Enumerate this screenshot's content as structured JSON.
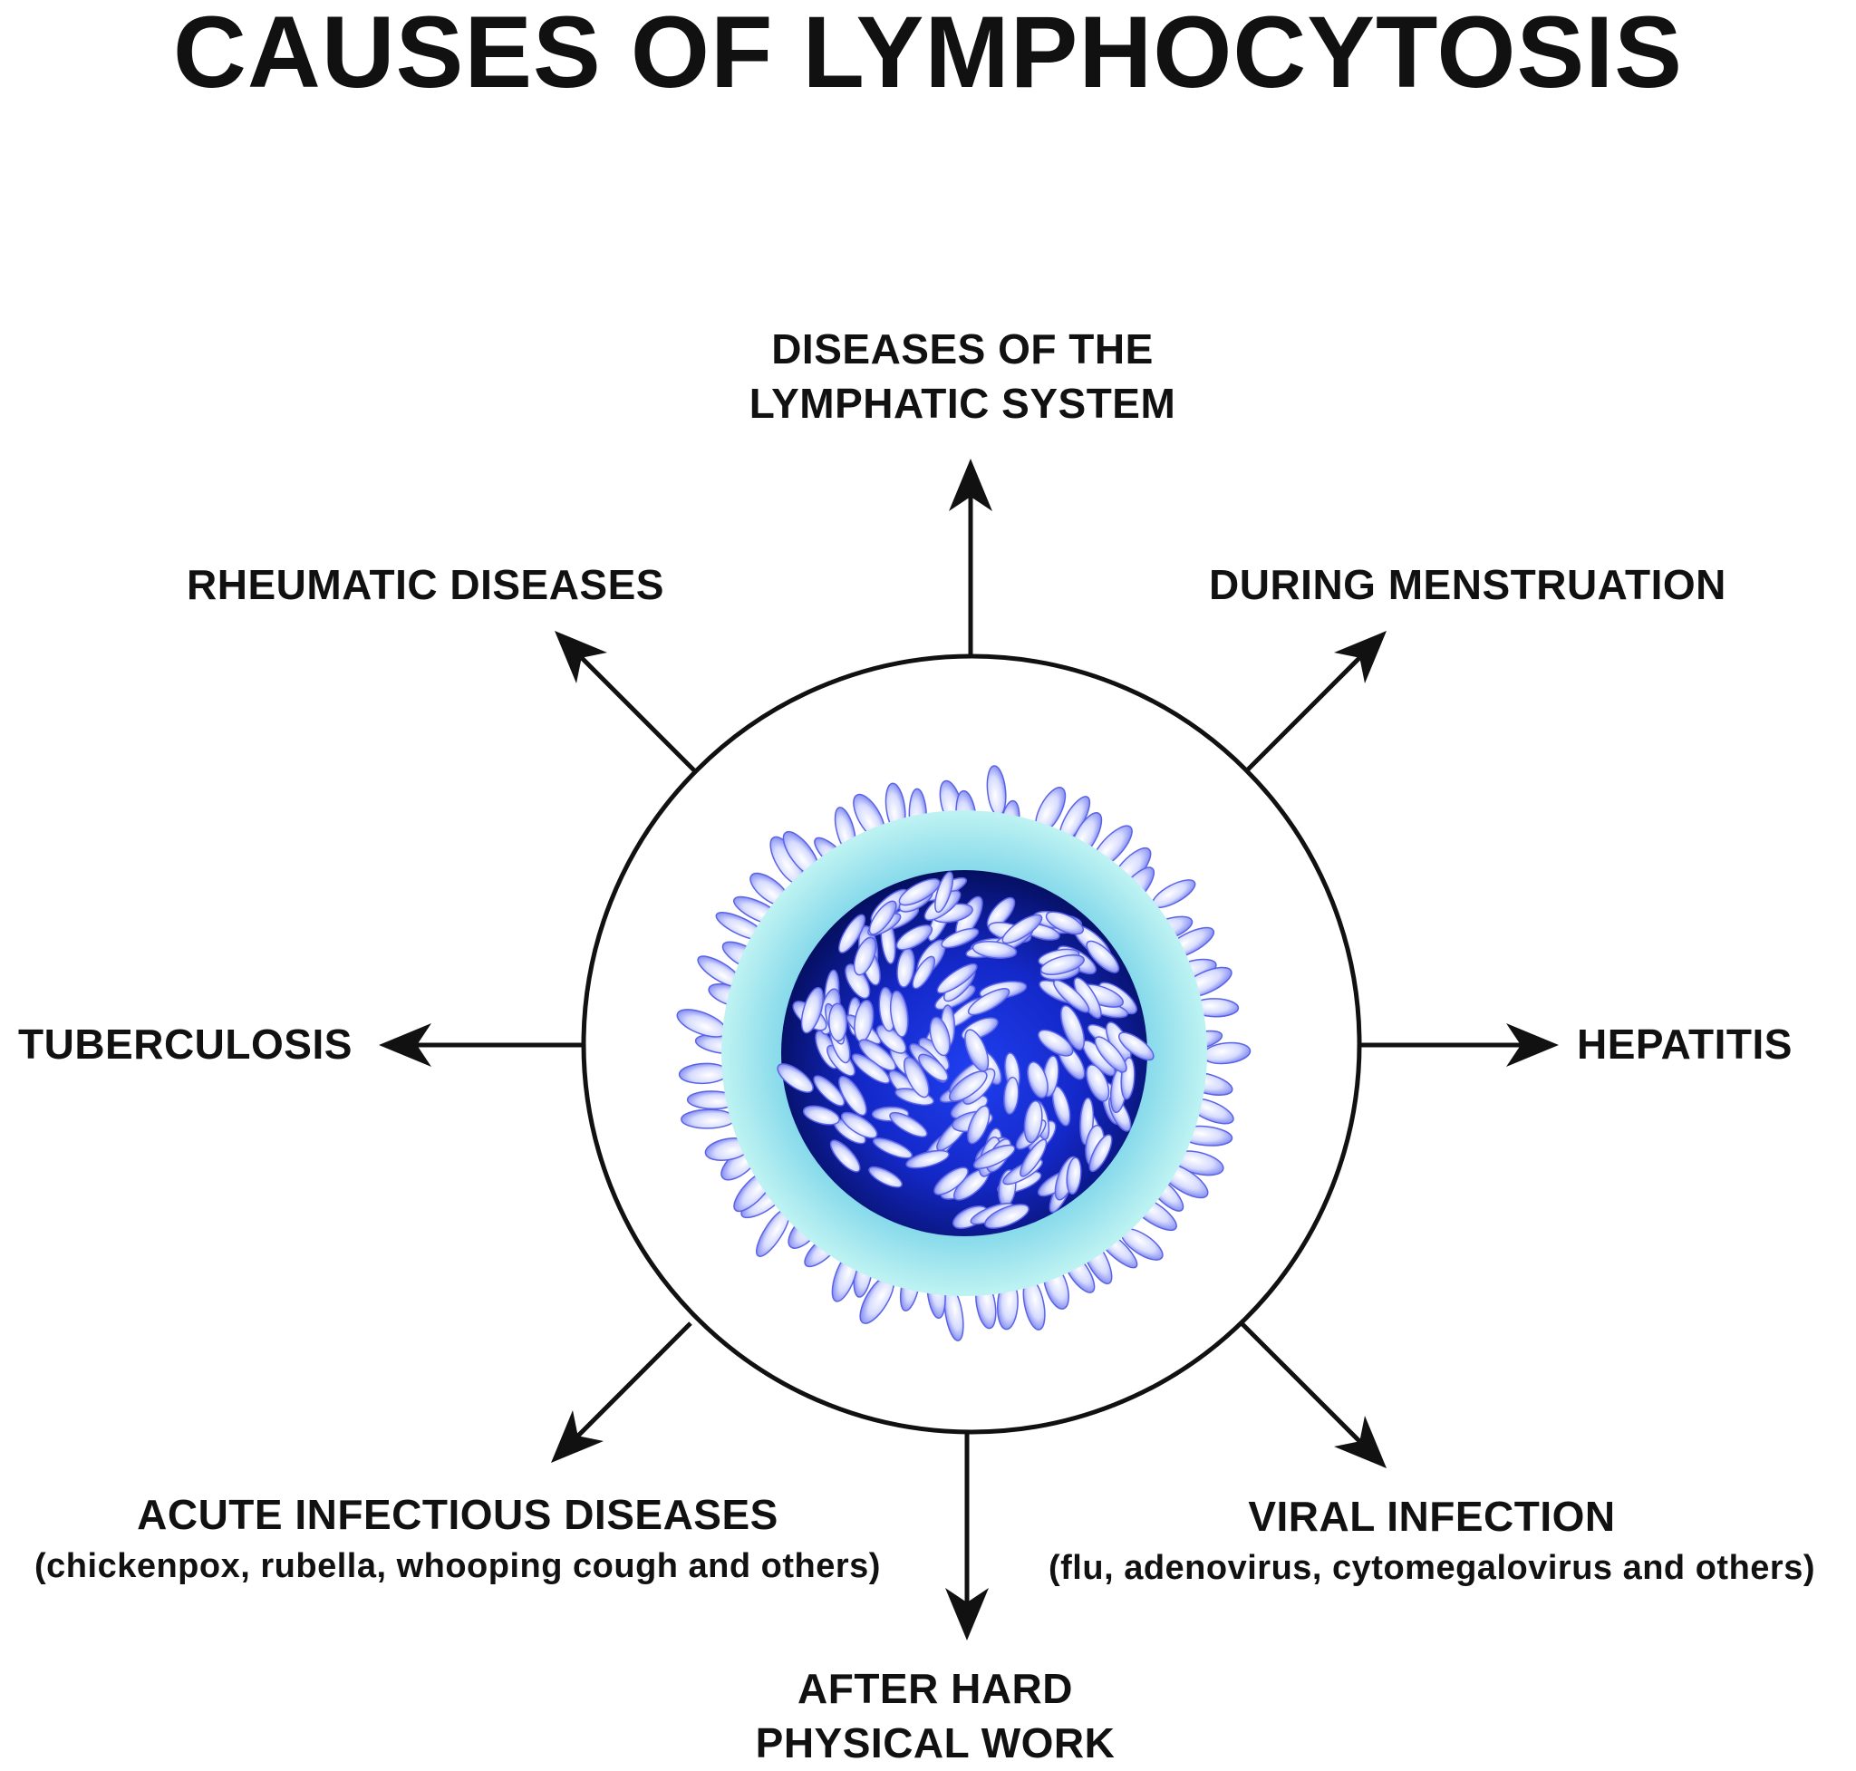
{
  "title": "CAUSES OF LYMPHOCYTOSIS",
  "colors": {
    "ink": "#111111",
    "nucleus_dark": "#061570",
    "nucleus_mid": "#1a2cd8",
    "cytoplasm": "#8fe6ec",
    "granule_fill": "#d9deff",
    "granule_edge": "#5a63e6"
  },
  "causes": {
    "lymphatic": {
      "line1": "DISEASES OF THE",
      "line2": "LYMPHATIC SYSTEM"
    },
    "menstruation": {
      "text": "DURING MENSTRUATION"
    },
    "hepatitis": {
      "text": "HEPATITIS"
    },
    "viral": {
      "text": "VIRAL INFECTION",
      "sub": "(flu, adenovirus, cytomegalovirus and others)"
    },
    "physical": {
      "line1": "AFTER HARD",
      "line2": "PHYSICAL WORK"
    },
    "acute": {
      "text": "ACUTE INFECTIOUS DISEASES",
      "sub": "(chickenpox, rubella, whooping cough and others)"
    },
    "tuberculosis": {
      "text": "TUBERCULOSIS"
    },
    "rheumatic": {
      "text": "RHEUMATIC DISEASES"
    }
  },
  "icons": {
    "cell": "lymphocyte-icon",
    "arrow": "arrow-icon"
  }
}
